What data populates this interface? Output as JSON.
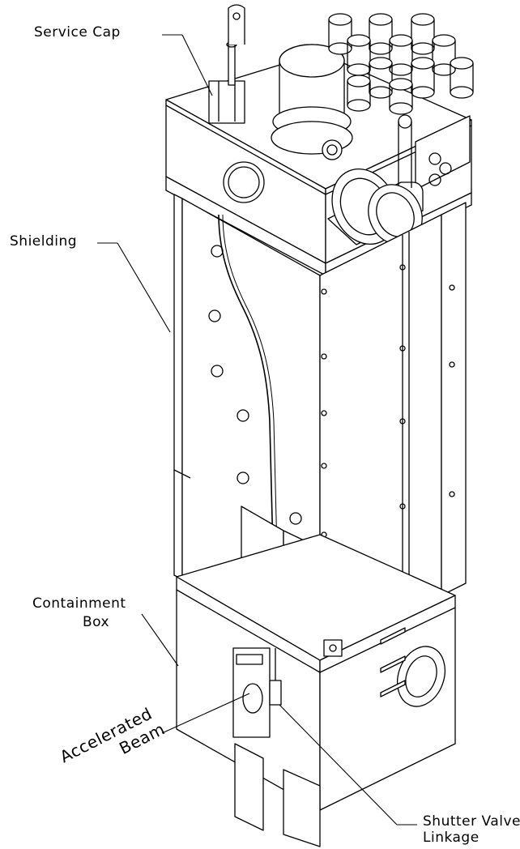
{
  "labels": {
    "service_cap": "Service Cap",
    "shielding": "Shielding",
    "containment_line1": "Containment",
    "containment_line2": "Box",
    "beam_line1": "Accelerated",
    "beam_line2": "Beam",
    "shutter_line1": "Shutter Valve",
    "shutter_line2": "Linkage"
  },
  "colors": {
    "line": "#000000",
    "background": "#ffffff"
  }
}
